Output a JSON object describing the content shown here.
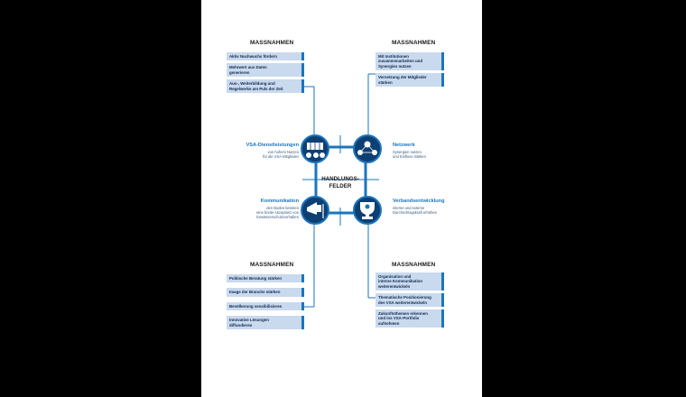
{
  "sections": {
    "top_left": {
      "header": "MASSNAHMEN",
      "items": [
        "Aktiv Nachwuchs fördern",
        "Mehrwert aus Daten\ngenerieren",
        "Aus-, Weiterbildung und\nRegelwerke am Puls der Zeit"
      ]
    },
    "top_right": {
      "header": "MASSNAHMEN",
      "items": [
        "Mit Institutionen\nzusammenarbeiten und\nSynergien nutzen",
        "Vernetzung der Mitglieder\nstärken"
      ]
    },
    "bottom_left": {
      "header": "MASSNAHMEN",
      "items": [
        "Politische Beratung stärken",
        "Image der Branche stärken",
        "Bevölkerung sensibilisieren",
        "Innovative Lösungen\ndiffundieren"
      ]
    },
    "bottom_right": {
      "header": "MASSNAHMEN",
      "items": [
        "Organisation und\ninterne Kommunikation\nweiterentwickeln",
        "Thematische Positionierung\ndes VSA weiterentwickeln",
        "Zukunftsthemen erkennen\nund ins VSA-Portfolio\naufnehmen"
      ]
    }
  },
  "fields": {
    "dienstleistungen": {
      "title": "VSA-Dienstleistungen",
      "desc": "von hohem Nutzen\nfür die VSA-Mitglieder"
    },
    "netzwerk": {
      "title": "Netzwerk",
      "desc": "Synergien nutzen\nund Einfluss stärken"
    },
    "kommunikation": {
      "title": "Kommunikation",
      "desc": "den Boden bereiten\neine breite Akzeptanz von\nGewässerschutzvorhaben"
    },
    "verbandsentwicklung": {
      "title": "Verbandsentwicklung",
      "desc": "interne und externe\nDurchschlagskraft erhöhen"
    }
  },
  "center": {
    "label": "HANDLUNGS-\nFELDER"
  },
  "colors": {
    "accent": "#1b75bc",
    "dark": "#0d3f73",
    "box": "#c9d9ee"
  },
  "icons": [
    "books-icon",
    "people-network-icon",
    "megaphone-icon",
    "trophy-icon"
  ]
}
